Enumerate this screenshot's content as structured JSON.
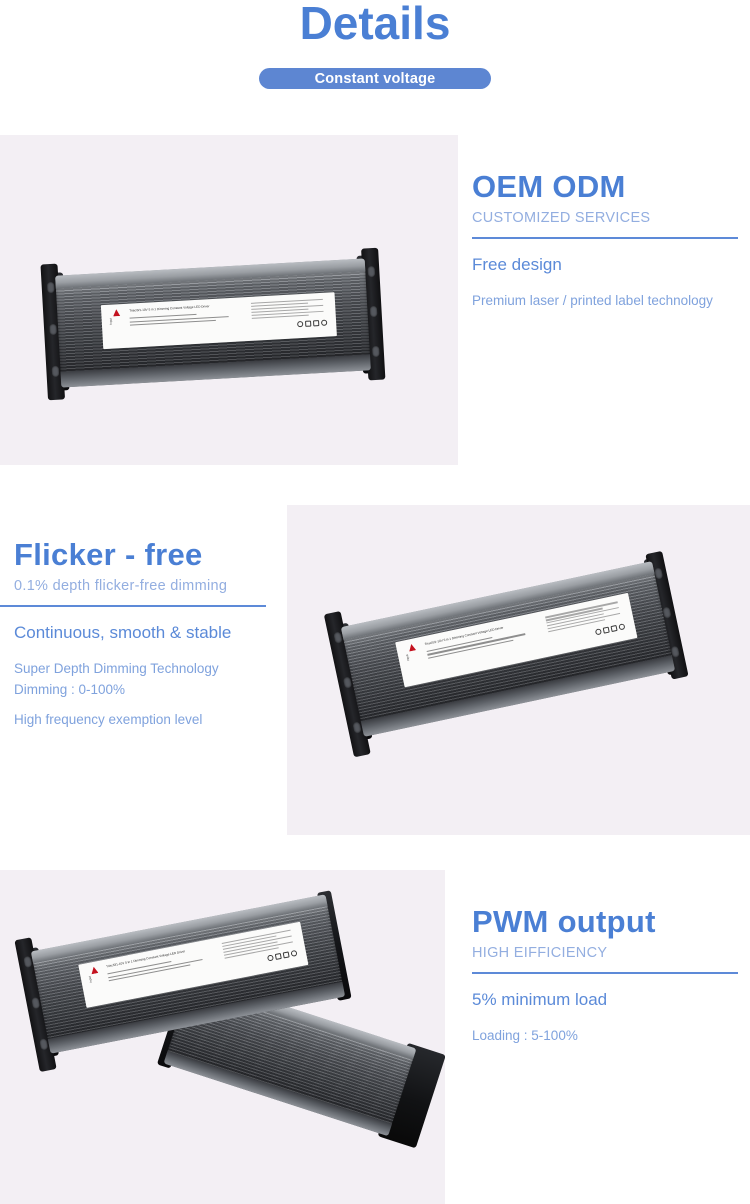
{
  "header": {
    "title": "Details",
    "badge": "Constant voltage"
  },
  "theme": {
    "accent_blue": "#4a7fd4",
    "badge_blue": "#5d86d2",
    "muted_blue": "#93aee0",
    "body_blue": "#7fa2dd",
    "rule_blue": "#5d8ad8",
    "panel_bg": "#f3eff4",
    "page_bg": "#ffffff"
  },
  "product": {
    "name": "Triac/0/1-10V 5 in 1 Dimming Constant Voltage LED Driver",
    "label_title": "Triac/0/1-10V 5 in 1 Dimming Constant Voltage LED Driver",
    "input_side_text": "Input"
  },
  "sections": [
    {
      "id": "oem-odm",
      "heading": "OEM  ODM",
      "subheading": "CUSTOMIZED SERVICES",
      "lead": "Free design",
      "body": "Premium laser / printed label technology"
    },
    {
      "id": "flicker-free",
      "heading": "Flicker - free",
      "subheading": "0.1% depth flicker-free dimming",
      "lead": "Continuous, smooth & stable",
      "body": "Super Depth Dimming Technology Dimming : 0-100%",
      "body2": "High frequency exemption level"
    },
    {
      "id": "pwm-output",
      "heading": "PWM output",
      "subheading": "HIGH EIFFICIENCY",
      "lead": "5% minimum load",
      "body": "Loading : 5-100%"
    }
  ]
}
